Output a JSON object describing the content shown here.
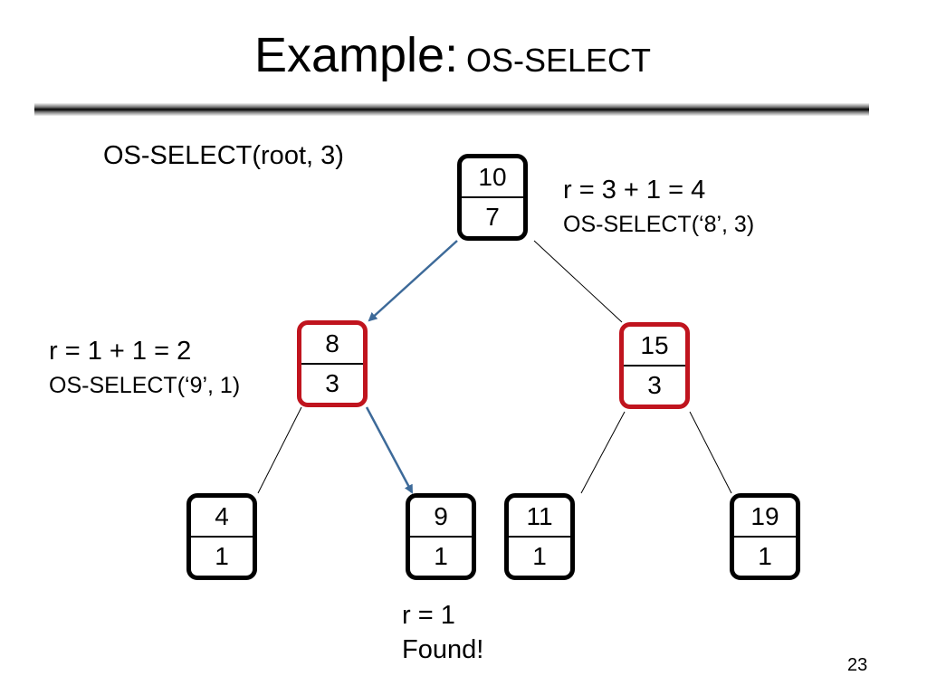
{
  "slide": {
    "title_main": "Example:",
    "title_sub": "OS-SELECT",
    "call": "OS-SELECT(root, 3)",
    "page_number": "23"
  },
  "annotations": {
    "root_r": "r = 3 + 1 = 4",
    "root_call": "OS-SELECT(‘8’, 3)",
    "left_r": "r = 1 + 1 = 2",
    "left_call": "OS-SELECT(‘9’, 1)",
    "found_r": "r = 1",
    "found_text": "Found!"
  },
  "nodes": [
    {
      "id": "n10",
      "key": "10",
      "size": "7",
      "highlight": false
    },
    {
      "id": "n8",
      "key": "8",
      "size": "3",
      "highlight": true
    },
    {
      "id": "n15",
      "key": "15",
      "size": "3",
      "highlight": true
    },
    {
      "id": "n4",
      "key": "4",
      "size": "1",
      "highlight": false
    },
    {
      "id": "n9",
      "key": "9",
      "size": "1",
      "highlight": false
    },
    {
      "id": "n11",
      "key": "11",
      "size": "1",
      "highlight": false
    },
    {
      "id": "n19",
      "key": "19",
      "size": "1",
      "highlight": false
    }
  ],
  "edges": [
    {
      "from": "n10",
      "to": "n8",
      "traversed": true
    },
    {
      "from": "n10",
      "to": "n15",
      "traversed": false
    },
    {
      "from": "n8",
      "to": "n4",
      "traversed": false
    },
    {
      "from": "n8",
      "to": "n9",
      "traversed": true
    },
    {
      "from": "n15",
      "to": "n11",
      "traversed": false
    },
    {
      "from": "n15",
      "to": "n19",
      "traversed": false
    }
  ],
  "colors": {
    "highlight_border": "#c0141e",
    "traversal_arrow": "#3d6a99",
    "node_border": "#000000"
  }
}
